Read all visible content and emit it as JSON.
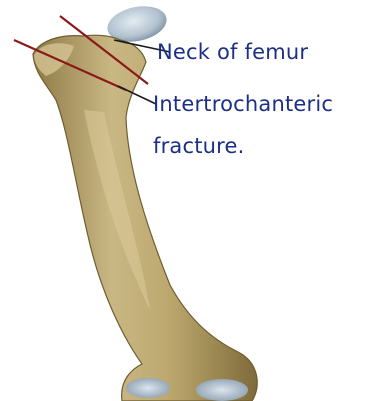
{
  "labels": {
    "neck": "Neck of femur",
    "intertrochanteric_line1": "Intertrochanteric",
    "intertrochanteric_line2": "fracture."
  },
  "colors": {
    "bone": "#c2b07a",
    "bone_shadow": "#8e7a45",
    "cartilage": "#b9c7d3",
    "fracture_lines": "#8a1a1a",
    "pointer_lines": "#1a1a1a",
    "label_text": "#1c2f86"
  }
}
